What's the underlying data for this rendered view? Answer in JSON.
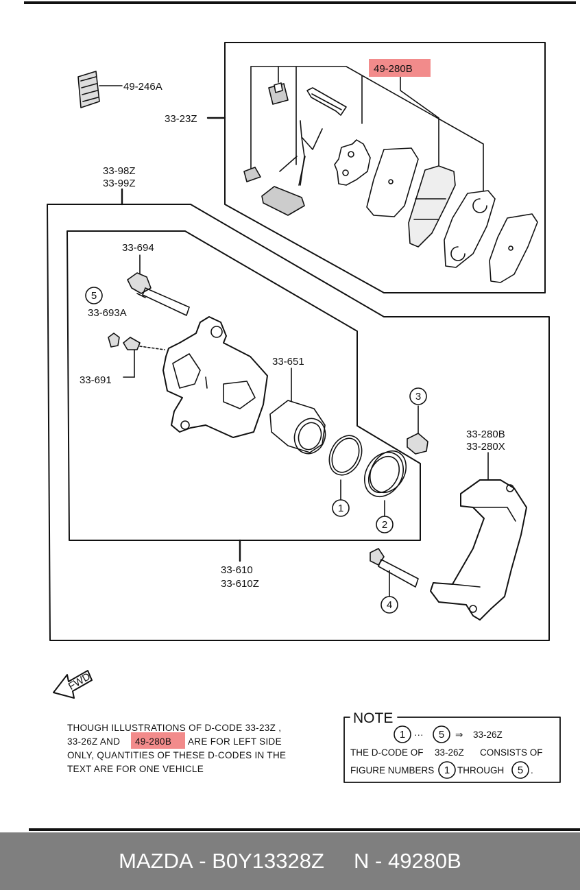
{
  "labels": {
    "sensor": "49-246A",
    "hardware_kit": "33-23Z",
    "pad_set": "49-280B",
    "assy_a": "33-98Z",
    "assy_b": "33-99Z",
    "guide_bolt": "33-694",
    "bleeder_cap": "33-693A",
    "bleeder_screw": "33-691",
    "piston": "33-651",
    "bracket_a": "33-280B",
    "bracket_b": "33-280X",
    "caliper_a": "33-610",
    "caliper_b": "33-610Z"
  },
  "callouts": {
    "c1": "1",
    "c2": "2",
    "c3": "3",
    "c4": "4",
    "c5": "5"
  },
  "fwd": "FWD",
  "caption": {
    "line1": "THOUGH  ILLUSTRATIONS  OF  D-CODE  33-23Z ,",
    "line2_pre": "33-26Z  AND",
    "line2_hl": "49-280B",
    "line2_post": "ARE  FOR  LEFT  SIDE",
    "line3": "ONLY,  QUANTITIES  OF  THESE  D-CODES  IN  THE",
    "line4": "TEXT  ARE  FOR  ONE  VEHICLE"
  },
  "note": {
    "title": "NOTE",
    "range_sep": "···",
    "arrow": "⇒",
    "range_code": "33-26Z",
    "line2_pre": "THE  D-CODE  OF",
    "line2_code": "33-26Z",
    "line2_post": "CONSISTS  OF",
    "line3_pre": "FIGURE  NUMBERS",
    "line3_mid": "THROUGH",
    "line3_end": "."
  },
  "footer": {
    "brand": "MAZDA",
    "sep1": " - ",
    "oem": "B0Y13328Z",
    "gap": "     ",
    "n": "N",
    "sep2": " - ",
    "part": "49280B"
  },
  "colors": {
    "highlight": "#f28b8b",
    "footer_bg": "#7f7f7f",
    "footer_text": "#ffffff"
  }
}
